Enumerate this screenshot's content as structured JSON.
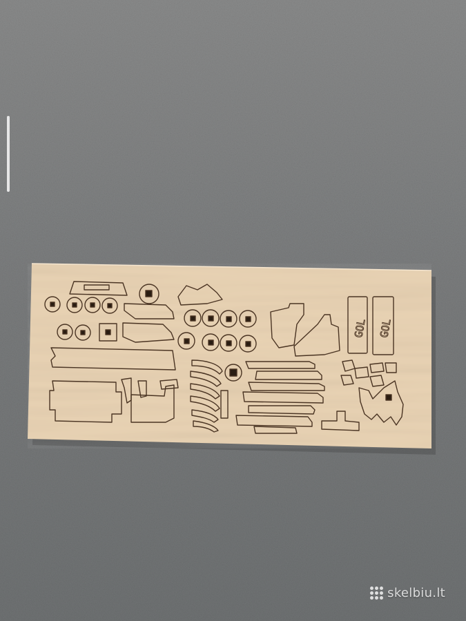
{
  "photo": {
    "background_color": "#7d7f80",
    "board_color": "#e9d3b4",
    "cut_line_color": "#4a3423",
    "icons": [
      "scroll-indicator-icon",
      "skelbiu-logo-icon"
    ]
  },
  "board": {
    "engravings": [
      {
        "text": "GOL"
      },
      {
        "text": "GOL"
      }
    ]
  },
  "watermark": {
    "text": "skelbiu.lt"
  }
}
